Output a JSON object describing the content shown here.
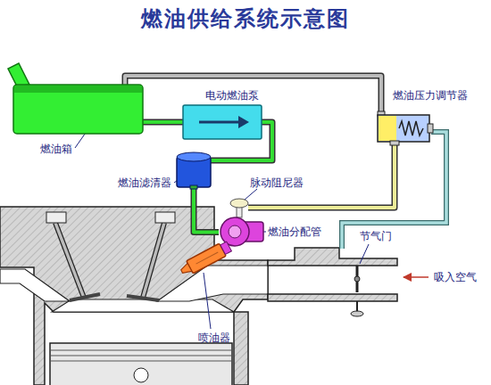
{
  "diagram": {
    "title": "燃油供给系统示意图",
    "nodes": [
      {
        "text": [
          "燃油箱"
        ]
      },
      {
        "text": [
          "电动燃油泵"
        ]
      },
      {
        "text": [
          "燃油压力调节器"
        ]
      },
      {
        "text": [
          "燃油滤清器"
        ]
      },
      {
        "text": [
          "脉动阻尼器"
        ]
      },
      {
        "text": [
          "燃油分配管"
        ]
      },
      {
        "text": [
          "节气门"
        ]
      },
      {
        "text": [
          "喷油器"
        ]
      }
    ],
    "edges": [
      {
        "from": 0,
        "to": 1,
        "arrow": "none"
      },
      {
        "from": 1,
        "to": 3,
        "arrow": "none"
      },
      {
        "from": 3,
        "to": 5,
        "arrow": "none"
      },
      {
        "from": 2,
        "to": 0,
        "arrow": "none"
      },
      {
        "from": 2,
        "to": 4,
        "arrow": "none"
      }
    ],
    "labels": [
      "吸入空气"
    ]
  }
}
